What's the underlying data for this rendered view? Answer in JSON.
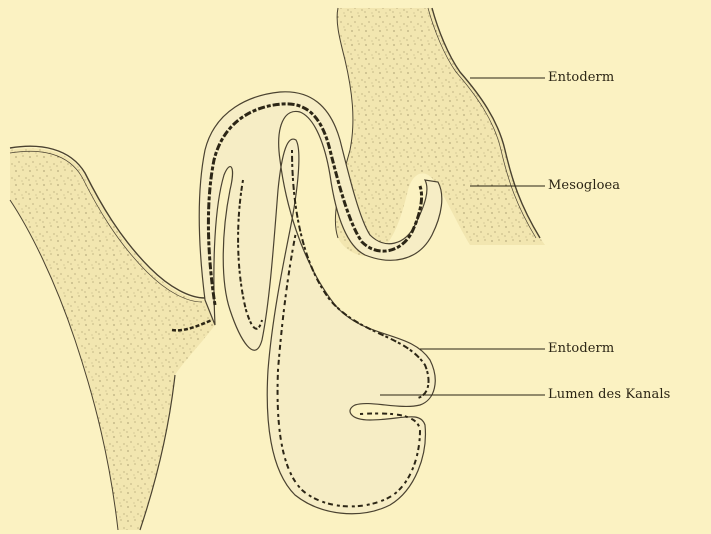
{
  "figure": {
    "labels": {
      "entoderm_top": "Entoderm",
      "mesogloea": "Mesogloea",
      "entoderm_mid": "Entoderm",
      "lumen": "Lumen des Kanals"
    },
    "colors": {
      "background": "#fbf2c2",
      "tissue_fill": "#f2e6b0",
      "outline": "#4a4230",
      "cell_layer": "#2c2616"
    }
  }
}
